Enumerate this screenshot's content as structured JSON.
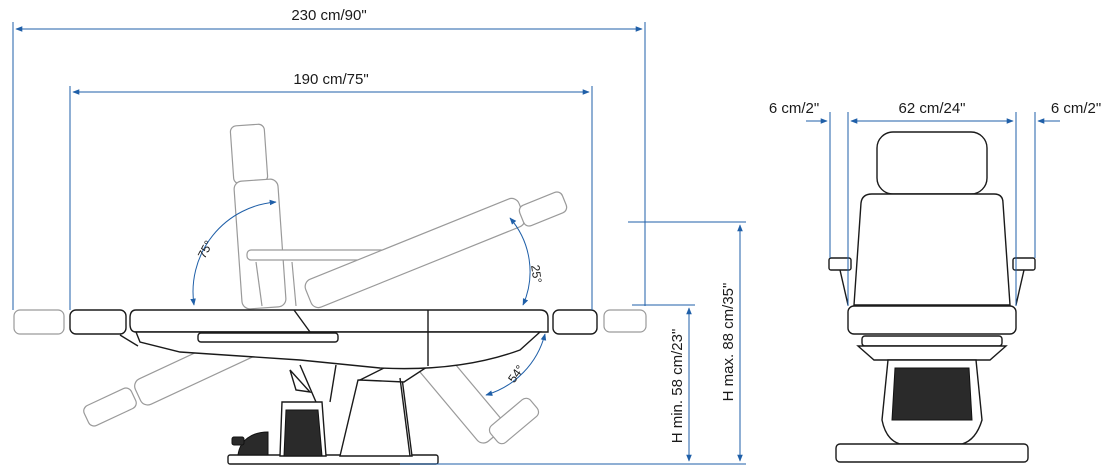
{
  "colors": {
    "dimension": "#1f5fa8",
    "outline": "#1a1a1a",
    "ghost": "#9a9a9a",
    "background": "#ffffff"
  },
  "side_view": {
    "overall_length": "230 cm/90\"",
    "seat_length": "190 cm/75\"",
    "height_min": "H min. 58 cm/23\"",
    "height_max": "H max. 88 cm/35\"",
    "backrest_angle": "75°",
    "leg_angle_up": "25°",
    "leg_angle_down": "54°"
  },
  "front_view": {
    "armrest_left": "6 cm/2\"",
    "seat_width": "62 cm/24\"",
    "armrest_right": "6 cm/2\""
  }
}
